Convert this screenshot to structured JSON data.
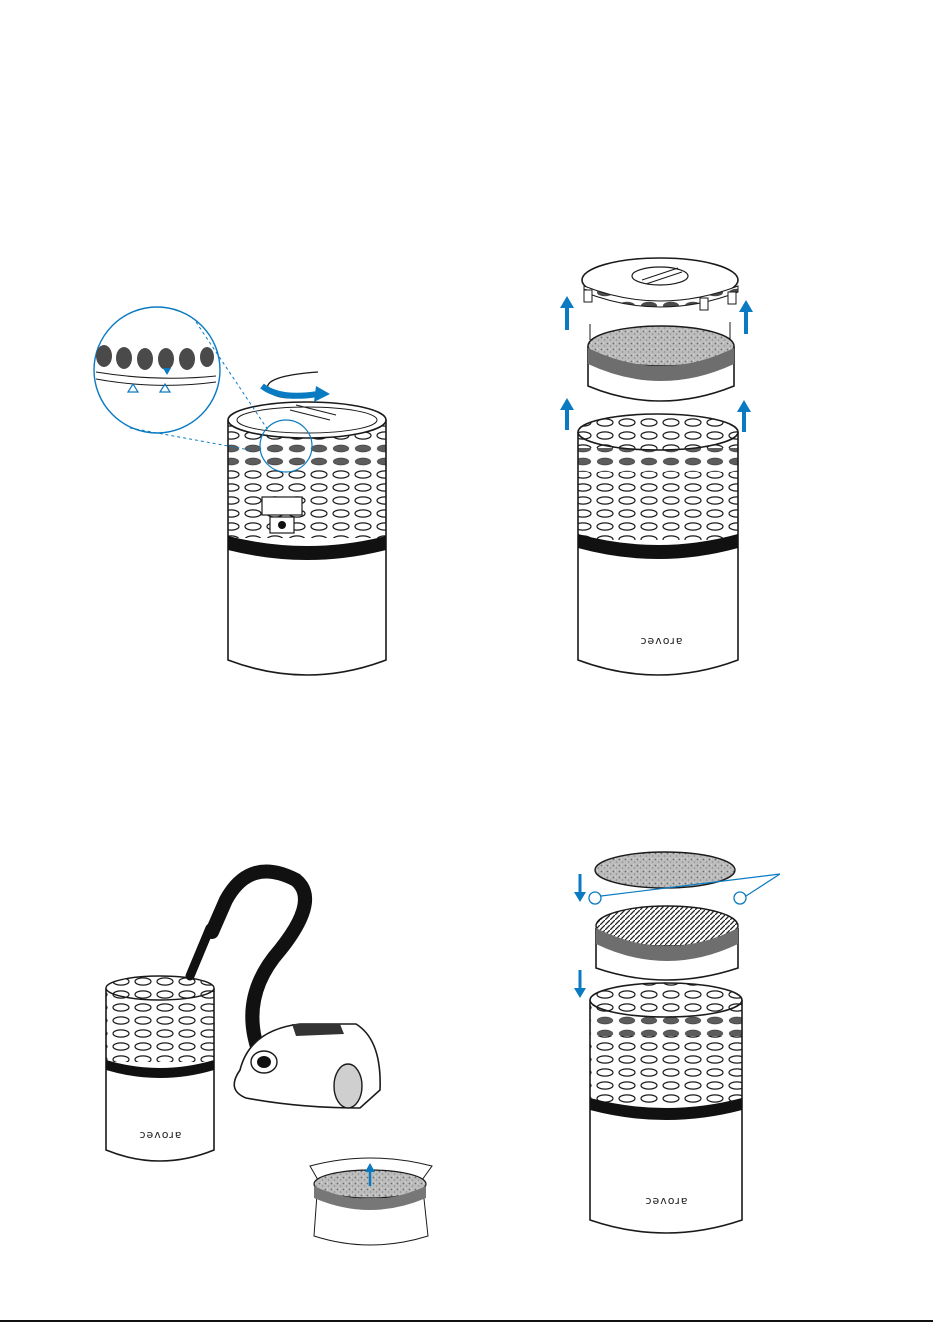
{
  "brand_text": "arovec",
  "colors": {
    "accent_blue": "#0a7bc2",
    "outline": "#1a1a1a",
    "band": "#111111",
    "vent_grey": "#4a4a4a",
    "filter_grey": "#8a8a8a"
  },
  "steps": [
    {
      "name": "step-1-twist-cover",
      "icons": [
        "rotate-arrow-icon",
        "zoom-callout-icon",
        "alignment-triangle-icon"
      ]
    },
    {
      "name": "step-2-lift-out",
      "icons": [
        "up-arrow-icon",
        "up-arrow-icon",
        "up-arrow-icon",
        "up-arrow-icon"
      ]
    },
    {
      "name": "step-3-vacuum-clean",
      "icons": [
        "vacuum-cleaner-icon",
        "up-arrow-icon"
      ]
    },
    {
      "name": "step-4-reassemble",
      "icons": [
        "down-arrow-icon",
        "down-arrow-icon",
        "callout-circle-icon"
      ]
    }
  ]
}
